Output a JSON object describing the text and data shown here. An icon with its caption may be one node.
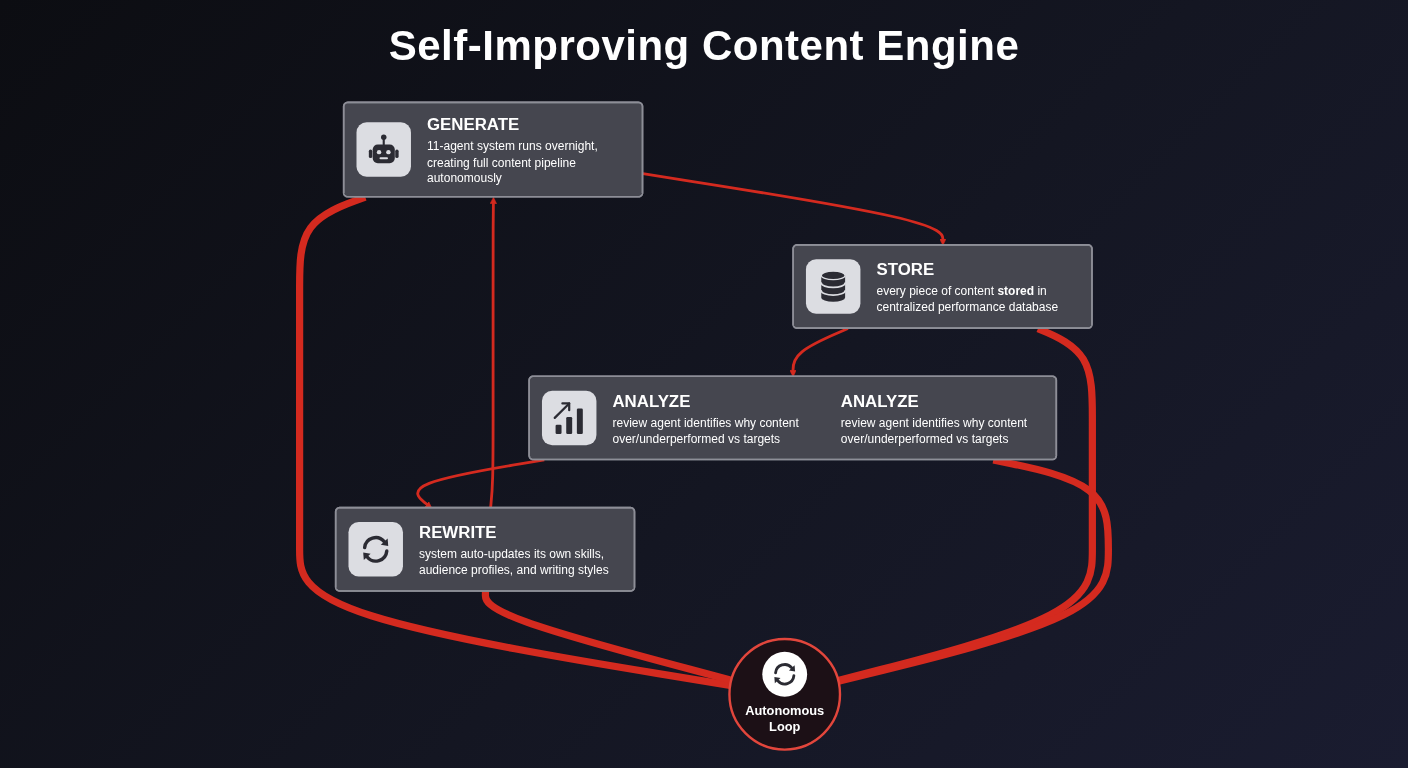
{
  "diagram": {
    "title": "Self-Improving Content Engine",
    "nodes": [
      {
        "text": [
          "GENERATE",
          "11-agent system runs overnight, creating full content pipeline autonomously"
        ]
      },
      {
        "text": [
          "REWRITE",
          "system auto-updates its own skills, audience profiles, and writing styles"
        ]
      },
      {
        "text": [
          "Autonomous Loop"
        ]
      },
      {
        "text": [
          "STORE",
          "every piece of content **stored** in centralized performance database"
        ]
      },
      {
        "text": [
          "ANALYZE",
          "review agent identifies why content over/underperformed vs targets",
          "ANALYZE",
          "review agent identifies why content over/underperformed vs targets"
        ]
      }
    ],
    "edges": [
      {
        "from": 0,
        "to": 3,
        "arrow": "to"
      },
      {
        "from": 3,
        "to": 4,
        "arrow": "to"
      },
      {
        "from": 4,
        "to": 1,
        "arrow": "to"
      },
      {
        "from": 1,
        "to": 0,
        "arrow": "to"
      },
      {
        "from": 0,
        "to": 2,
        "arrow": "none",
        "style": "thick"
      },
      {
        "from": 1,
        "to": 2,
        "arrow": "none",
        "style": "thick"
      },
      {
        "from": 2,
        "to": 3,
        "arrow": "none",
        "style": "thick"
      },
      {
        "from": 2,
        "to": 4,
        "arrow": "none",
        "style": "thick"
      }
    ]
  }
}
